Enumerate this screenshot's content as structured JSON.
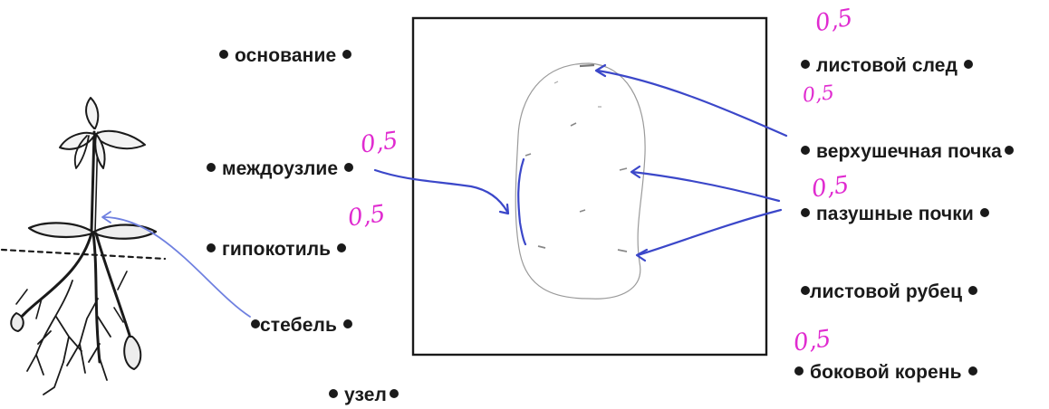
{
  "labels": {
    "osnovanie": "основание",
    "mezhdouzlie": "междоузлие",
    "gipokotil": "гипокотиль",
    "stebel": "стебель",
    "uzel": "узел",
    "listovoy_sled": "листовой след",
    "verkhushechnaya_pochka": "верхушечная почка",
    "pazushnye_pochki": "пазушные почки",
    "listovoy_rubets": "листовой рубец",
    "bokovoy_koren": "боковой корень"
  },
  "scores": {
    "mezhdouzlie": "0,5",
    "gipokotil": "0,5",
    "listovoy_sled": "0,5",
    "verkhushechnaya_pochka": "0,5",
    "pazushnye_pochki": "0,5",
    "bokovoy_koren": "0,5"
  },
  "colors": {
    "ink": "#1a1a1a",
    "arrow_blue": "#3b47c9",
    "arrow_light_blue": "#6f80e0",
    "score_magenta": "#e02bd0"
  },
  "icons": {
    "seedling": "seedling-illustration",
    "tuber": "potato-tuber-sketch"
  }
}
